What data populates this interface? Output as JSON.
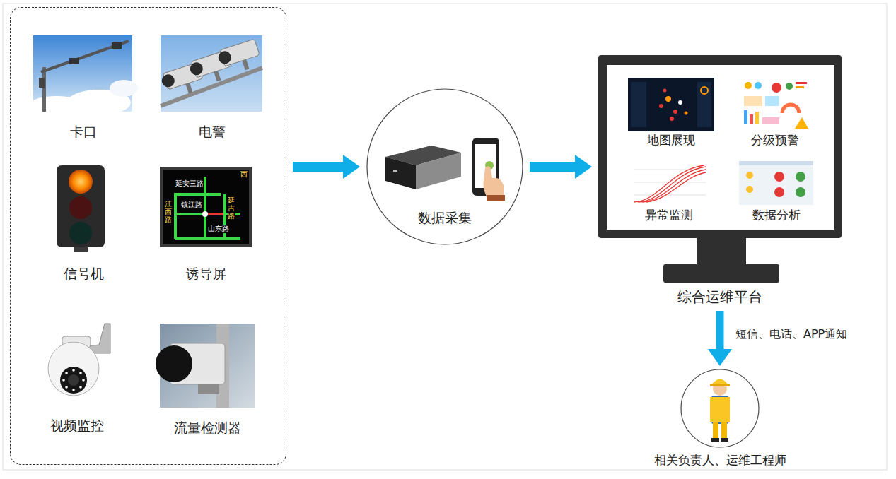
{
  "diagram": {
    "nodes": [
      {
        "text": []
      },
      {
        "text": [
          "卡口"
        ],
        "in": 0
      },
      {
        "text": [
          "电警"
        ],
        "in": 0
      },
      {
        "text": [
          "信号机"
        ],
        "in": 0
      },
      {
        "text": [
          "诱导屏"
        ],
        "in": 0
      },
      {
        "text": [
          "视频监控"
        ],
        "in": 0
      },
      {
        "text": [
          "流量检测器"
        ],
        "in": 0
      },
      {
        "text": [
          "数据采集"
        ]
      },
      {
        "text": [
          "综合运维平台"
        ]
      },
      {
        "text": [
          "地图展现"
        ],
        "in": 8
      },
      {
        "text": [
          "分级预警"
        ],
        "in": 8
      },
      {
        "text": [
          "异常监测"
        ],
        "in": 8
      },
      {
        "text": [
          "数据分析"
        ],
        "in": 8
      },
      {
        "text": [
          "相关负责人、运维工程师"
        ]
      }
    ],
    "edges": [
      {
        "from": 0,
        "to": 7,
        "arrow": "to"
      },
      {
        "from": 7,
        "to": 8,
        "arrow": "to"
      },
      {
        "from": 8,
        "to": 13,
        "label": "短信、电话、APP通知",
        "arrow": "to"
      }
    ],
    "labels": [
      "延安三路",
      "镇江路",
      "江西路",
      "延吉路",
      "山东路",
      "西"
    ]
  }
}
